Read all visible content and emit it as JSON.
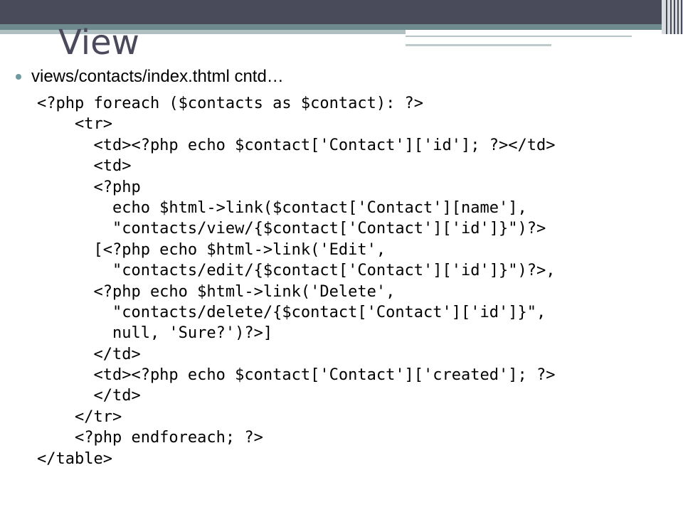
{
  "slide": {
    "title": "View",
    "bullet": "views/contacts/index.thtml cntd…",
    "code_lines": [
      "<?php foreach ($contacts as $contact): ?>",
      "    <tr>",
      "      <td><?php echo $contact['Contact']['id']; ?></td>",
      "      <td>",
      "      <?php",
      "        echo $html->link($contact['Contact'][name'],",
      "        \"contacts/view/{$contact['Contact']['id']}\")?>",
      "      [<?php echo $html->link('Edit',",
      "        \"contacts/edit/{$contact['Contact']['id']}\")?>,",
      "      <?php echo $html->link('Delete',",
      "        \"contacts/delete/{$contact['Contact']['id']}\",",
      "        null, 'Sure?')?>]",
      "      </td>",
      "      <td><?php echo $contact['Contact']['created']; ?>",
      "      </td>",
      "    </tr>",
      "    <?php endforeach; ?>",
      "</table>"
    ]
  },
  "colors": {
    "header_dark": "#494b5a",
    "header_accent": "#6f8a8f",
    "bullet": "#6f9aa0",
    "title": "#4a4a5c"
  }
}
